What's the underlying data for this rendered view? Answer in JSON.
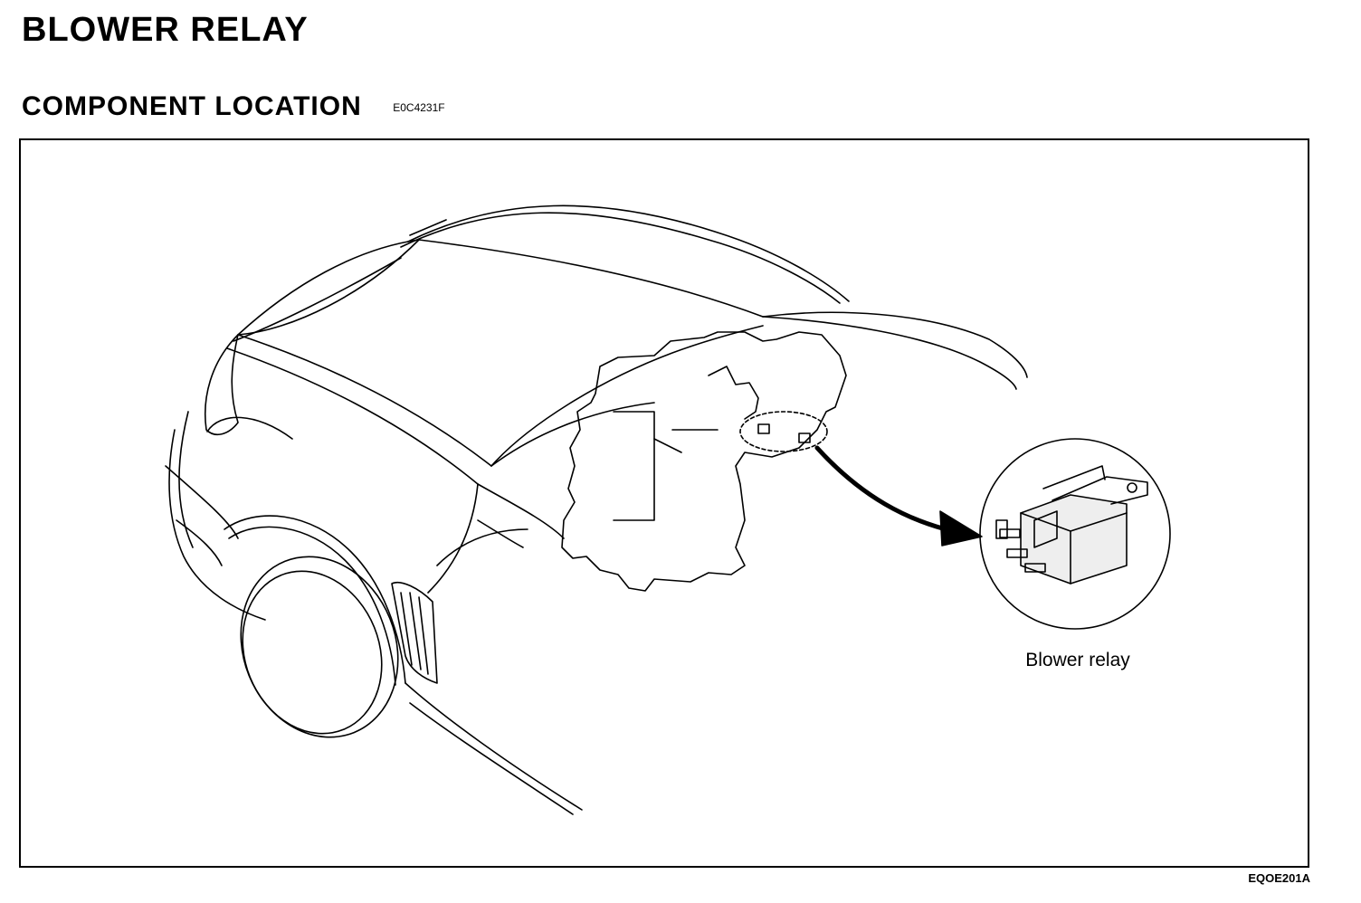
{
  "page": {
    "title": "BLOWER RELAY"
  },
  "section": {
    "title": "COMPONENT LOCATION",
    "code": "E0C4231F"
  },
  "figure": {
    "callout_label": "Blower relay",
    "figure_code": "EQOE201A"
  }
}
